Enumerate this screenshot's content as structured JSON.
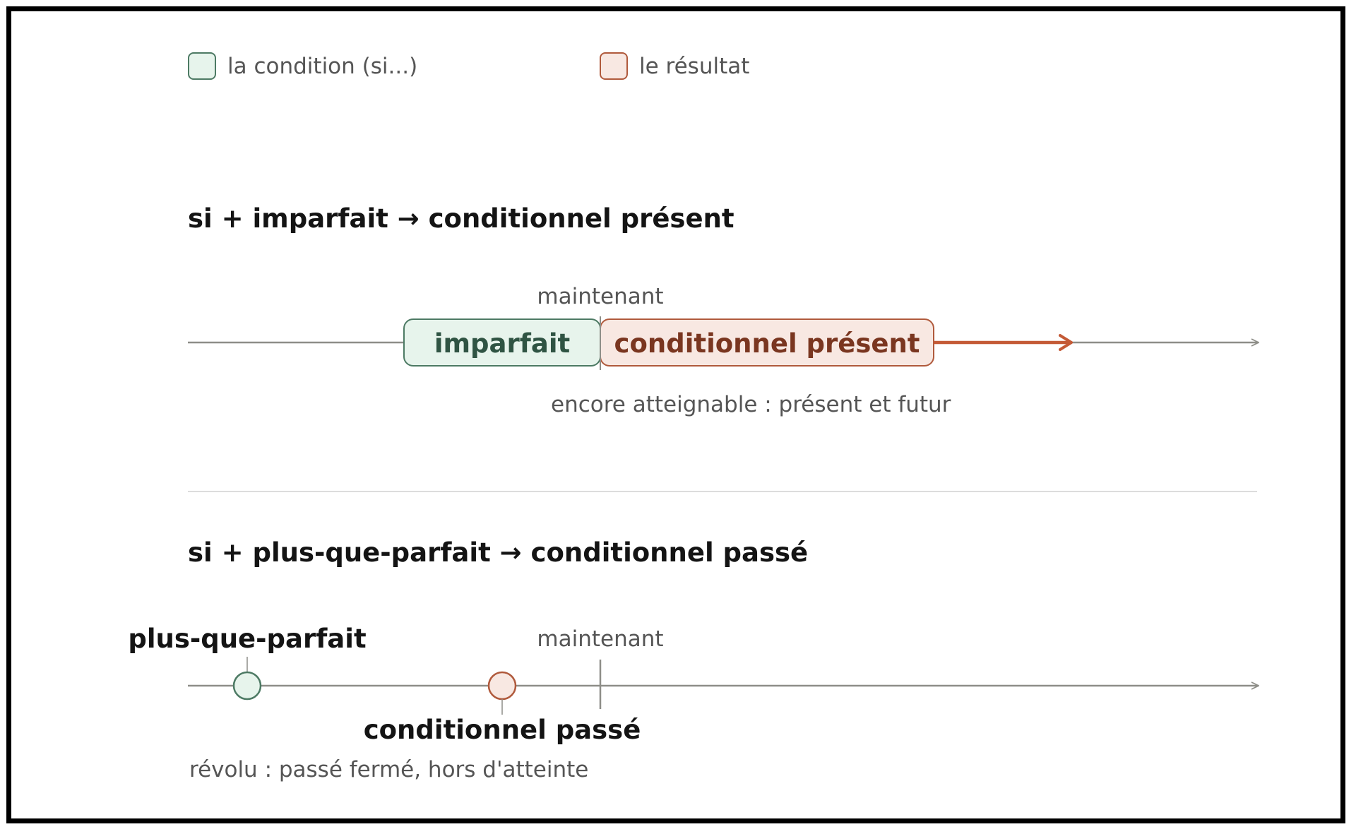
{
  "colors": {
    "condition_fill": "#e7f4ec",
    "condition_stroke": "#4d7a64",
    "condition_text": "#2f5443",
    "result_fill": "#f8e8e2",
    "result_stroke": "#b05a3c",
    "result_text": "#7a3620",
    "arrow_accent": "#c45a36",
    "timeline": "#8e8e88",
    "muted_text": "#555555",
    "heading_text": "#141414",
    "divider": "#dcdcdc"
  },
  "legend": {
    "condition_label": "la condition (si...)",
    "result_label": "le résultat"
  },
  "section1": {
    "title": "si + imparfait → conditionnel présent",
    "now_label": "maintenant",
    "condition_box_label": "imparfait",
    "result_box_label": "conditionnel présent",
    "caption": "encore atteignable : présent et futur"
  },
  "section2": {
    "title": "si + plus-que-parfait → conditionnel passé",
    "now_label": "maintenant",
    "condition_point_label": "plus-que-parfait",
    "result_point_label": "conditionnel passé",
    "caption": "révolu : passé fermé, hors d'atteinte"
  }
}
